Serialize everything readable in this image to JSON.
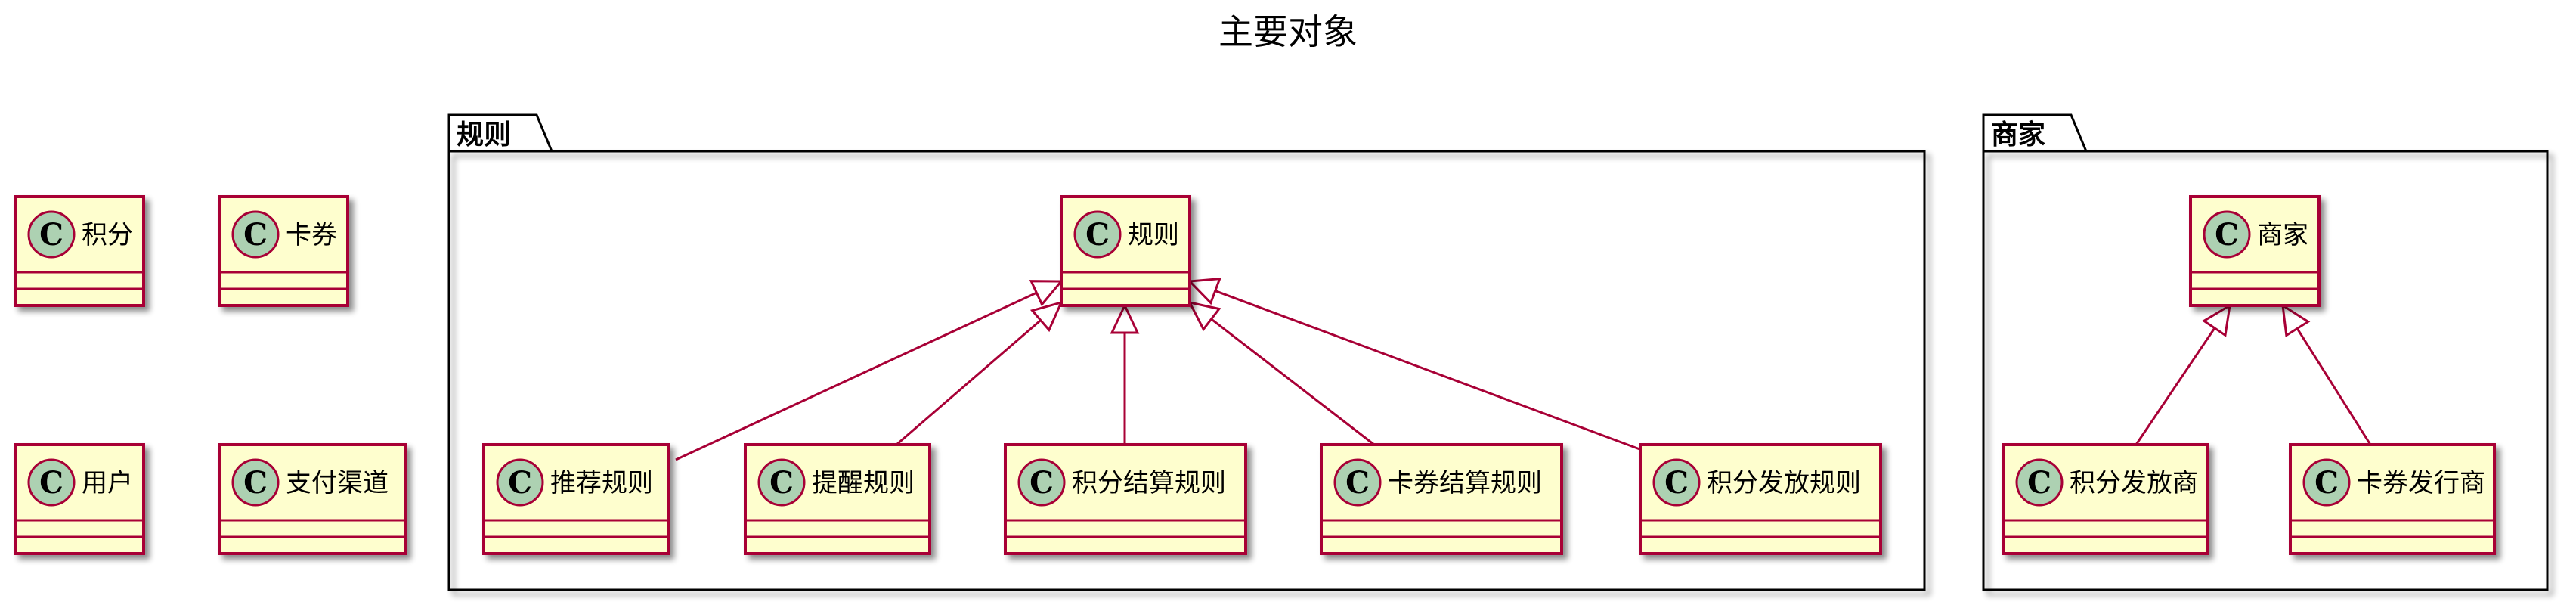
{
  "diagram": {
    "title": "主要对象",
    "colors": {
      "class_fill": "#FEFECE",
      "class_border": "#A80036",
      "circle_fill": "#ADD1B2",
      "edge": "#A80036",
      "package_border": "#000000"
    },
    "standalone_classes": [
      {
        "id": "jifen",
        "name": "积分",
        "stereotype": "C"
      },
      {
        "id": "kaquan",
        "name": "卡券",
        "stereotype": "C"
      },
      {
        "id": "yonghu",
        "name": "用户",
        "stereotype": "C"
      },
      {
        "id": "zhifuqudao",
        "name": "支付渠道",
        "stereotype": "C"
      }
    ],
    "packages": [
      {
        "id": "rules",
        "label": "规则",
        "classes": [
          {
            "id": "guize",
            "name": "规则",
            "stereotype": "C"
          },
          {
            "id": "tuijian",
            "name": "推荐规则",
            "stereotype": "C"
          },
          {
            "id": "tixing",
            "name": "提醒规则",
            "stereotype": "C"
          },
          {
            "id": "jifenjiesuan",
            "name": "积分结算规则",
            "stereotype": "C"
          },
          {
            "id": "kaquanjiesuan",
            "name": "卡券结算规则",
            "stereotype": "C"
          },
          {
            "id": "jifenfafang",
            "name": "积分发放规则",
            "stereotype": "C"
          }
        ],
        "relations": [
          {
            "from": "tuijian",
            "to": "guize",
            "type": "extends"
          },
          {
            "from": "tixing",
            "to": "guize",
            "type": "extends"
          },
          {
            "from": "jifenjiesuan",
            "to": "guize",
            "type": "extends"
          },
          {
            "from": "kaquanjiesuan",
            "to": "guize",
            "type": "extends"
          },
          {
            "from": "jifenfafang",
            "to": "guize",
            "type": "extends"
          }
        ]
      },
      {
        "id": "merchant",
        "label": "商家",
        "classes": [
          {
            "id": "shangjia",
            "name": "商家",
            "stereotype": "C"
          },
          {
            "id": "jifenfafangshang",
            "name": "积分发放商",
            "stereotype": "C"
          },
          {
            "id": "kaquanfaxingshang",
            "name": "卡券发行商",
            "stereotype": "C"
          }
        ],
        "relations": [
          {
            "from": "jifenfafangshang",
            "to": "shangjia",
            "type": "extends"
          },
          {
            "from": "kaquanfaxingshang",
            "to": "shangjia",
            "type": "extends"
          }
        ]
      }
    ]
  }
}
